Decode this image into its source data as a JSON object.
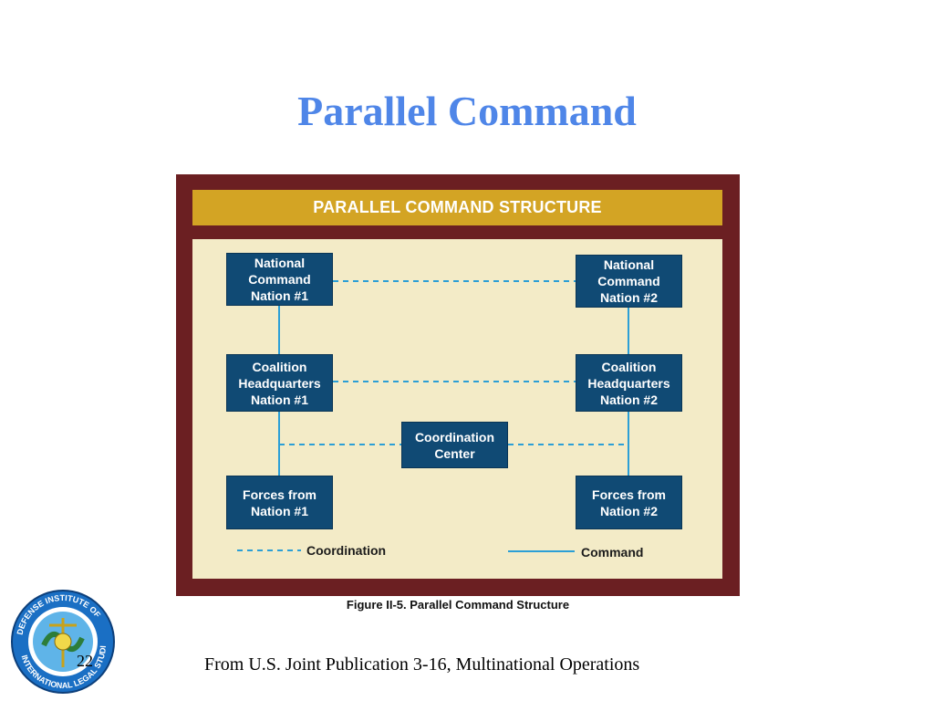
{
  "slide": {
    "title": "Parallel Command",
    "source": "From U.S. Joint Publication 3-16, Multinational Operations",
    "page_number": "22"
  },
  "figure": {
    "banner": "PARALLEL COMMAND STRUCTURE",
    "caption": "Figure II-5.  Parallel Command Structure",
    "nodes": {
      "national_command_1": [
        "National",
        "Command",
        "Nation #1"
      ],
      "national_command_2": [
        "National",
        "Command",
        "Nation #2"
      ],
      "coalition_hq_1": [
        "Coalition",
        "Headquarters",
        "Nation #1"
      ],
      "coalition_hq_2": [
        "Coalition",
        "Headquarters",
        "Nation #2"
      ],
      "coordination_center": [
        "Coordination",
        "Center"
      ],
      "forces_1": [
        "Forces from",
        "Nation #1"
      ],
      "forces_2": [
        "Forces from",
        "Nation #2"
      ]
    },
    "edges": [
      {
        "from": "national_command_1",
        "to": "coalition_hq_1",
        "type": "command"
      },
      {
        "from": "coalition_hq_1",
        "to": "forces_1",
        "type": "command"
      },
      {
        "from": "national_command_2",
        "to": "coalition_hq_2",
        "type": "command"
      },
      {
        "from": "coalition_hq_2",
        "to": "forces_2",
        "type": "command"
      },
      {
        "from": "national_command_1",
        "to": "national_command_2",
        "type": "coordination"
      },
      {
        "from": "coalition_hq_1",
        "to": "coalition_hq_2",
        "type": "coordination"
      },
      {
        "from": "coordination_center",
        "to": "nation_1_line",
        "type": "coordination"
      },
      {
        "from": "coordination_center",
        "to": "nation_2_line",
        "type": "coordination"
      }
    ],
    "legend": {
      "coordination": "Coordination",
      "command": "Command"
    },
    "colors": {
      "frame": "#6b1f22",
      "banner": "#d3a424",
      "panel": "#f3ebc7",
      "box": "#104a74",
      "line": "#2b9fd6",
      "title": "#4f86e8"
    }
  },
  "logo": {
    "text": "DEFENSE INSTITUTE OF INTERNATIONAL LEGAL STUDIES"
  }
}
